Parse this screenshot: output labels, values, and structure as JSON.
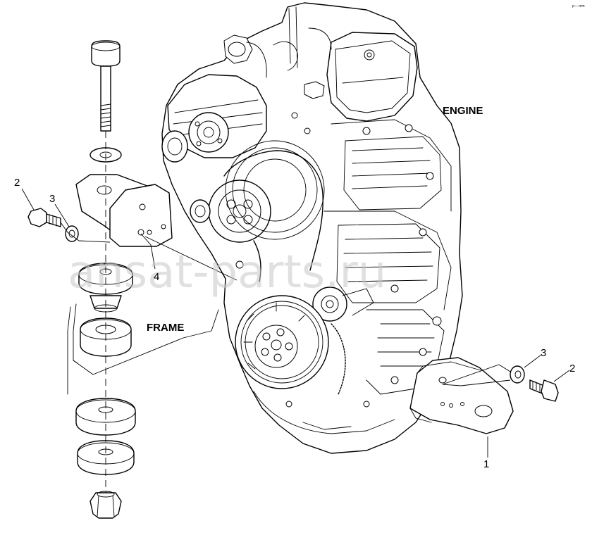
{
  "labels": {
    "engine": "ENGINE",
    "frame": "FRAME"
  },
  "callouts": {
    "left_bolt": "2",
    "left_washer": "3",
    "left_bracket_hole": "4",
    "right_bracket": "1",
    "right_washer": "3",
    "right_bolt": "2"
  },
  "watermark": "ansat-parts.ru",
  "corner_mark": "p— mm"
}
